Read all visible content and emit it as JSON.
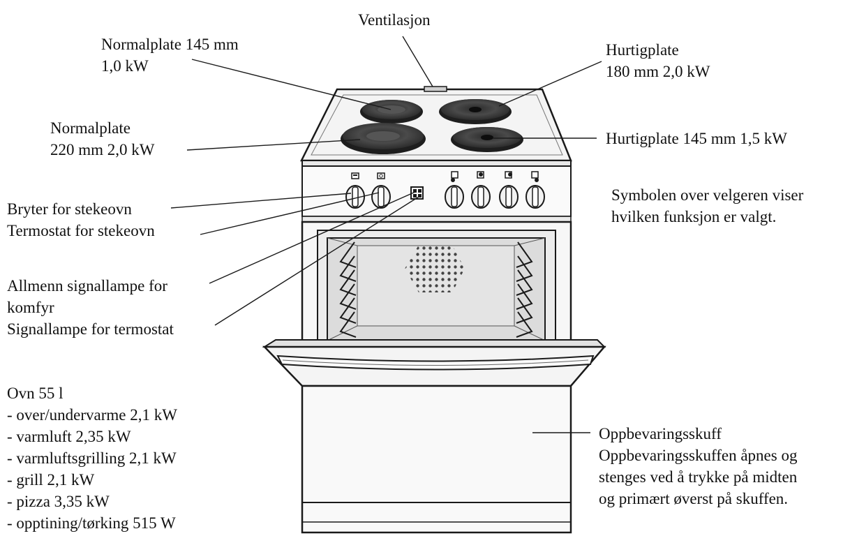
{
  "labels": {
    "ventilation": "Ventilasjon",
    "plate_small_1": "Normalplate 145 mm",
    "plate_small_1_power": "1,0 kW",
    "plate_fast_1": "Hurtigplate",
    "plate_fast_1_power": "180 mm 2,0 kW",
    "plate_large_1": "Normalplate",
    "plate_large_1_power": "220 mm 2,0 kW",
    "plate_fast_2": "Hurtigplate 145 mm 1,5 kW",
    "oven_switch": "Bryter for stekeovn",
    "oven_thermostat": "Termostat for stekeovn",
    "general_lamp_1": "Allmenn signallampe for",
    "general_lamp_2": "komfyr",
    "thermostat_lamp": "Signallampe for termostat",
    "symbol_note_1": "Symbolen over velgeren viser",
    "symbol_note_2": "hvilken funksjon er valgt.",
    "drawer_1": "Oppbevaringsskuff",
    "drawer_2": "Oppbevaringsskuffen åpnes og",
    "drawer_3": "stenges ved å trykke på midten",
    "drawer_4": "og primært øverst på skuffen."
  },
  "oven_specs": [
    "Ovn 55 l",
    "- over/undervarme 2,1 kW",
    "- varmluft 2,35 kW",
    "- varmluftsgrilling 2,1 kW",
    "- grill 2,1 kW",
    "- pizza 3,35 kW",
    "- opptining/tørking 515 W"
  ],
  "colors": {
    "outline": "#1a1a1a",
    "hob_plate": "#3a3a3a",
    "plate_center": "#151515",
    "oven_interior": "#dcdcdc",
    "panel_fill": "#f7f7f7"
  }
}
